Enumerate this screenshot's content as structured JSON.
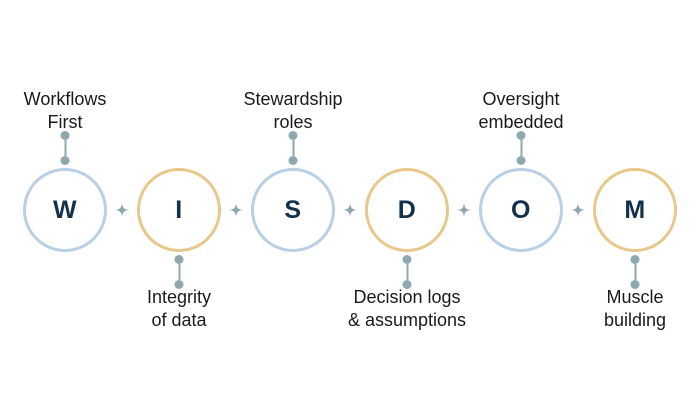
{
  "diagram": {
    "title_acronym": "WISDOM",
    "colors": {
      "ring_blue": "#b8cfe6",
      "ring_gold": "#e8c88a",
      "letter": "#13314d",
      "connector": "#8fa8ad",
      "label_text": "#1a1a1a",
      "background": "#ffffff"
    },
    "separator_icon": "sparkle-four-point-icon",
    "nodes": [
      {
        "letter": "W",
        "ring_color": "blue",
        "label": "Workflows\nFirst",
        "label_position": "above"
      },
      {
        "letter": "I",
        "ring_color": "gold",
        "label": "Integrity\nof data",
        "label_position": "below"
      },
      {
        "letter": "S",
        "ring_color": "blue",
        "label": "Stewardship\nroles",
        "label_position": "above"
      },
      {
        "letter": "D",
        "ring_color": "gold",
        "label": "Decision logs\n& assumptions",
        "label_position": "below"
      },
      {
        "letter": "O",
        "ring_color": "blue",
        "label": "Oversight\nembedded",
        "label_position": "above"
      },
      {
        "letter": "M",
        "ring_color": "gold",
        "label": "Muscle\nbuilding",
        "label_position": "below"
      }
    ]
  }
}
